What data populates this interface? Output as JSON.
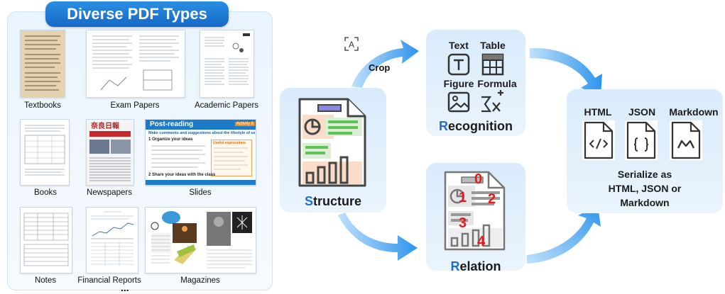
{
  "pdf_types": {
    "title": "Diverse PDF Types",
    "items": [
      {
        "label": "Textbooks"
      },
      {
        "label": "Exam Papers"
      },
      {
        "label": "Academic Papers"
      },
      {
        "label": "Books"
      },
      {
        "label": "Newspapers"
      },
      {
        "label": "Slides"
      },
      {
        "label": "Notes"
      },
      {
        "label": "Financial Reports"
      },
      {
        "label": "Magazines"
      }
    ],
    "more": "...",
    "slide": {
      "title": "Post-reading",
      "badge": "Activity 6",
      "subtitle": "Make comments and suggestions about the lifestyle of each person.",
      "step1": "1 Organize your ideas",
      "step2": "2 Share your ideas with the class",
      "useful": "Useful expressions"
    },
    "newspaper_masthead": "奈良日報"
  },
  "structure": {
    "first_letter": "S",
    "rest": "tructure"
  },
  "crop": {
    "label": "Crop",
    "icon": "crop-a-icon"
  },
  "recognition": {
    "first_letter": "R",
    "rest": "ecognition",
    "text_label": "Text",
    "table_label": "Table",
    "figure_label": "Figure",
    "formula_label": "Formula"
  },
  "relation": {
    "first_letter": "R",
    "rest": "elation",
    "numbers": [
      "0",
      "1",
      "2",
      "3",
      "4"
    ]
  },
  "serialize": {
    "html_label": "HTML",
    "json_label": "JSON",
    "markdown_label": "Markdown",
    "line1": "Serialize as",
    "line2": "HTML, JSON or",
    "line3": "Markdown"
  },
  "colors": {
    "accent_blue": "#1d6fd1",
    "arrow_blue": "#3aa0ee",
    "relation_red": "#e8181c",
    "green": "#62c25a",
    "orange_fill": "#fbdcc8",
    "purple": "#8a86e6"
  }
}
